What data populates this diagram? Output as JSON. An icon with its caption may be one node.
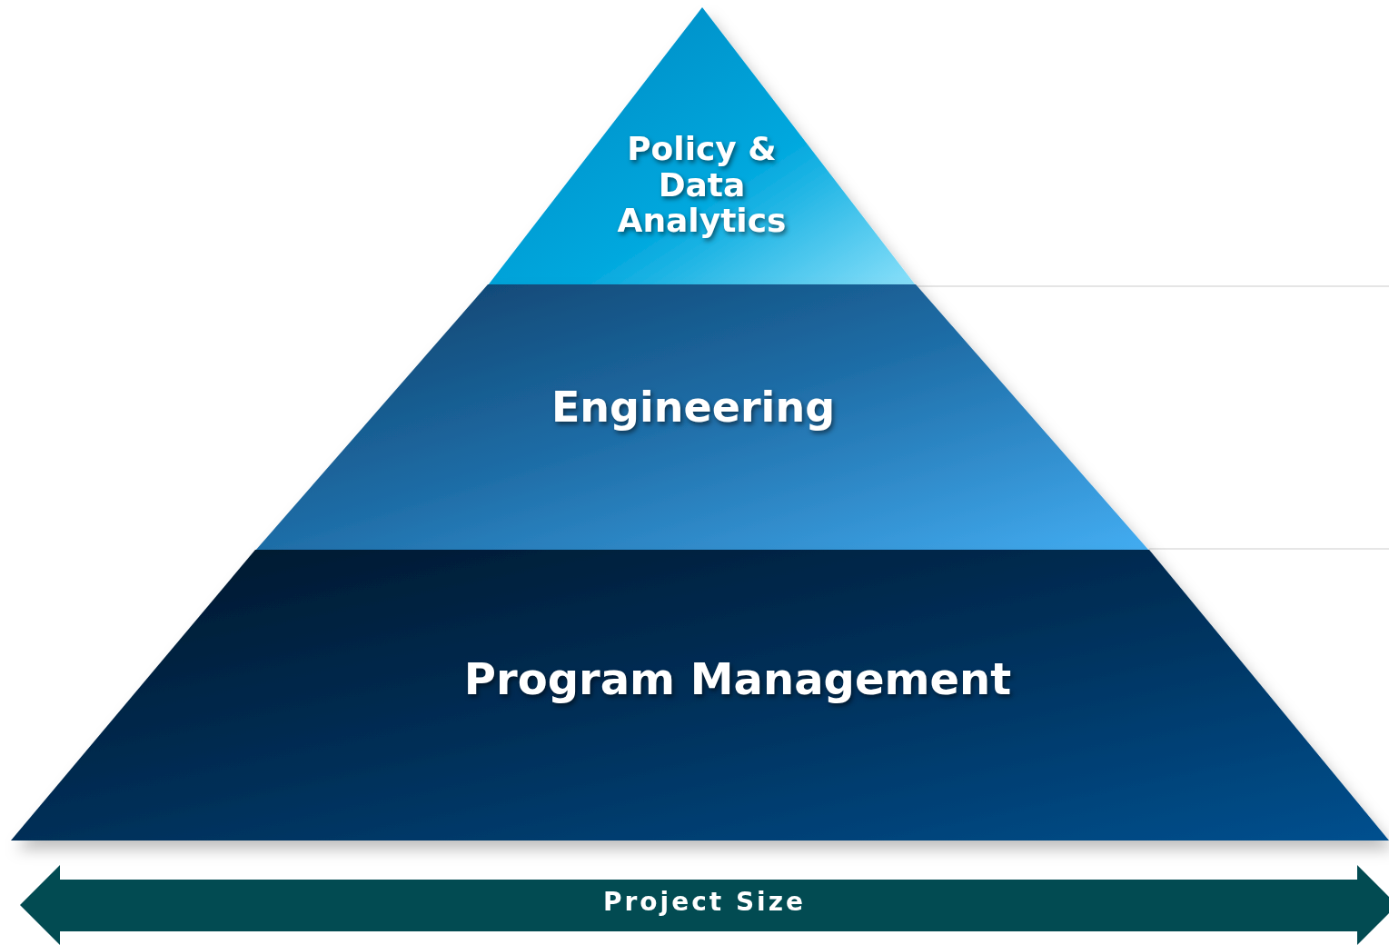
{
  "diagram": {
    "nodes": [
      {
        "text": [
          "Policy & Data Analytics"
        ]
      },
      {
        "text": [
          "Engineering"
        ]
      },
      {
        "text": [
          "Program Management"
        ]
      }
    ],
    "labels": [
      "Project Size"
    ]
  }
}
